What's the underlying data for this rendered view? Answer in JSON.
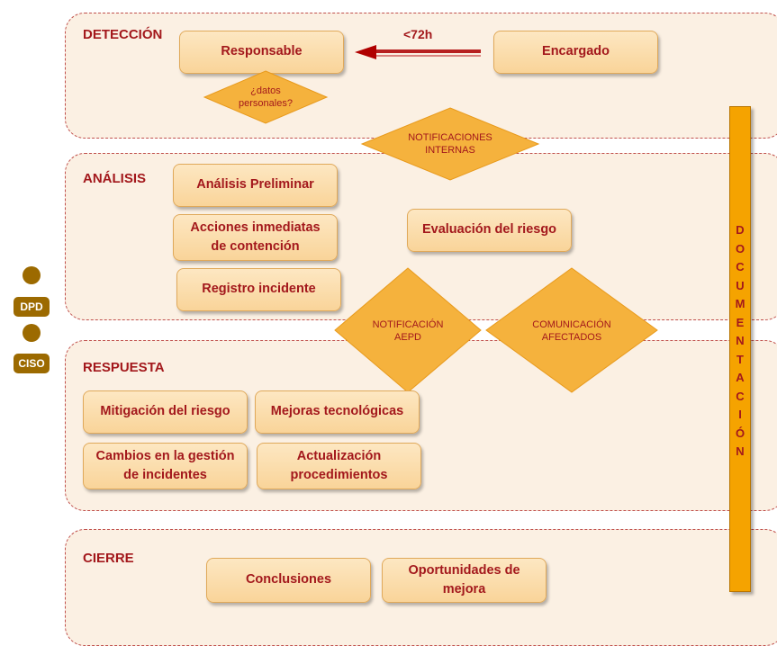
{
  "sections": [
    {
      "id": "deteccion",
      "label": "DETECCIÓN"
    },
    {
      "id": "analisis",
      "label": "ANÁLISIS"
    },
    {
      "id": "respuesta",
      "label": "RESPUESTA"
    },
    {
      "id": "cierre",
      "label": "CIERRE"
    }
  ],
  "deteccion": {
    "responsable": "Responsable",
    "encargado": "Encargado",
    "arrow_label": "<72h",
    "datos_personales": "¿datos\npersonales?"
  },
  "notificaciones_internas": "NOTIFICACIONES\nINTERNAS",
  "analisis": {
    "preliminar": "Análisis Preliminar",
    "acciones": "Acciones inmediatas\nde contención",
    "registro": "Registro incidente",
    "evaluacion": "Evaluación del riesgo"
  },
  "notificacion_aepd": "NOTIFICACIÓN\nAEPD",
  "comunicacion_afectados": "COMUNICACIÓN\nAFECTADOS",
  "respuesta": {
    "mitigacion": "Mitigación del riesgo",
    "mejoras": "Mejoras tecnológicas",
    "cambios": "Cambios en la gestión\nde incidentes",
    "actualizacion": "Actualización\nprocedimientos"
  },
  "cierre": {
    "conclusiones": "Conclusiones",
    "oportunidades": "Oportunidades de\nmejora"
  },
  "documentacion_letters": [
    "D",
    "O",
    "C",
    "U",
    "M",
    "E",
    "N",
    "T",
    "A",
    "C",
    "I",
    "Ó",
    "N"
  ],
  "roles": {
    "dpd": "DPD",
    "ciso": "CISO"
  },
  "colors": {
    "box_fill": "#f9d499",
    "text": "#a3181c",
    "diamond": "#f5b23d",
    "section_bg": "#fbf0e3",
    "doc_bar": "#f5a300",
    "role": "#9c6a00"
  }
}
